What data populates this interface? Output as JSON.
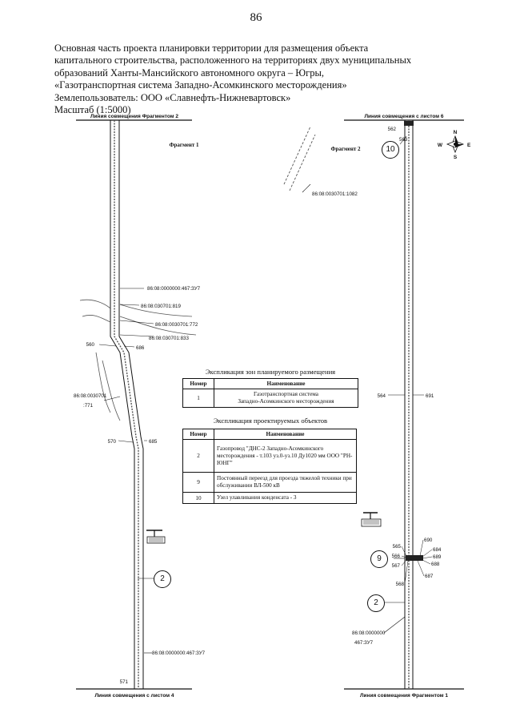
{
  "page_number": "86",
  "header": {
    "line1": "Основная часть проекта планировки территории для размещения объекта",
    "line2": "капитального строительства, расположенного на территориях двух муниципальных",
    "line3": "образований Ханты-Мансийского автономного округа – Югры,",
    "line4": "«Газотранспортная система Западно-Асомкинского месторождения»",
    "line5": "Землепользователь: ООО «Славнефть-Нижневартовск»",
    "line6": "Масштаб (1:5000)"
  },
  "map": {
    "match_line_top_left": "Линия совмещения Фрагментом 2",
    "match_line_top_right": "Линия совмещения с листом 6",
    "match_line_bottom_left": "Линия совмещения с листом 4",
    "match_line_bottom_right": "Линия совмещения Фрагментом 1",
    "fragment_1": "Фрагмент 1",
    "fragment_2": "Фрагмент 2",
    "compass": {
      "n": "N",
      "s": "S",
      "w": "W",
      "e": "E"
    },
    "parcels": {
      "p1082": "86:08:0030701:1082",
      "p467_top": "86:08:0000000:467:ЗУ7",
      "p819": "86:08:030701:819",
      "p772": "86:08:0030701:772",
      "p833": "86:08:030701:833",
      "p771_a": "86:08:0030701",
      "p771_b": ":771",
      "p467_bottom": "86:08:0000000:467:ЗУ7",
      "p467_right_a": "86:08:0000000",
      "p467_right_b": "467:ЗУ7"
    },
    "points": {
      "p560": "560",
      "p686": "686",
      "p570": "570",
      "p685": "685",
      "p571": "571",
      "p562": "562",
      "p563": "563",
      "p564": "564",
      "p691": "691",
      "p565": "565",
      "p566": "566",
      "p567": "567",
      "p568": "568",
      "p690": "690",
      "p684": "684",
      "p689": "689",
      "p688": "688",
      "p687": "687"
    },
    "callouts": {
      "c10": "10",
      "c2_left": "2",
      "c9": "9",
      "c2_right": "2"
    }
  },
  "zones_table": {
    "caption": "Экспликация зон планируемого размещения",
    "col_num": "Номер",
    "col_name": "Наименование",
    "rows": [
      {
        "num": "1",
        "name_line1": "Газотранспортная система",
        "name_line2": "Западно-Асомкинского месторождения"
      }
    ]
  },
  "objects_table": {
    "caption": "Экспликация проектируемых объектов",
    "col_num": "Номер",
    "col_name": "Наименование",
    "rows": [
      {
        "num": "2",
        "name": "Газопровод \"ДНС-2 Западно-Асомкинского месторождения - т.103 уз.0-уз.10 Ду1020 мм ООО \"РН-ЮНГ\""
      },
      {
        "num": "9",
        "name": "Постоянный переезд для проезда тяжелой техники при обслуживании ВЛ-500 кВ"
      },
      {
        "num": "10",
        "name": "Узел улавливания конденсата - 3"
      }
    ]
  }
}
